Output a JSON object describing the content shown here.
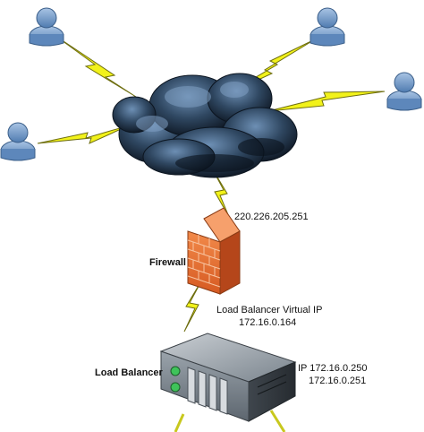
{
  "labels": {
    "wan_ip": "220.226.205.251",
    "firewall": "Firewall",
    "vip_title": "Load Balancer Virtual IP",
    "vip_ip": "172.16.0.164",
    "load_balancer": "Load Balancer",
    "lb_ip_1": "IP 172.16.0.250",
    "lb_ip_2": "172.16.0.251"
  },
  "icons": {
    "user": "user-icon",
    "cloud": "internet-cloud-icon",
    "lightning": "lightning-bolt-icon",
    "firewall": "firewall-brick-icon",
    "server": "load-balancer-server-icon"
  },
  "colors": {
    "lightning_fill": "#f2f21a",
    "lightning_stroke": "#6e6e10",
    "user_body": "#6f98c8",
    "cloud_dark": "#1e2f44",
    "cloud_light": "#6d8fb4",
    "firewall_brick": "#e8733a",
    "server_body": "#7d8790",
    "led_green": "#3fc35a"
  }
}
